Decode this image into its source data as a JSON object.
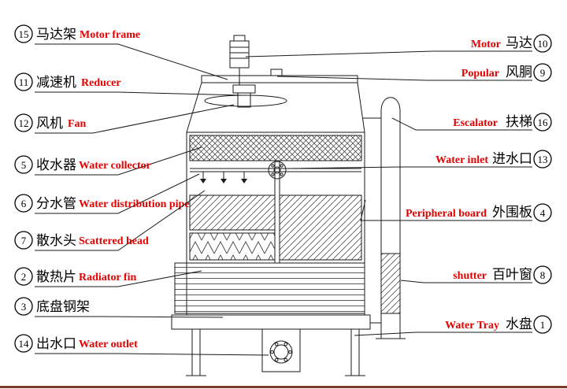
{
  "colors": {
    "en_text": "#e60000",
    "cn_text": "#000000",
    "line": "#1a1a1a",
    "bottom_bar": "#7e3b2a"
  },
  "left_labels": [
    {
      "num": "15",
      "cn": "马达架",
      "en": "Motor frame"
    },
    {
      "num": "11",
      "cn": "减速机",
      "en": "Reducer"
    },
    {
      "num": "12",
      "cn": "风机",
      "en": "Fan"
    },
    {
      "num": "5",
      "cn": "收水器",
      "en": "Water collector"
    },
    {
      "num": "6",
      "cn": "分水管",
      "en": "Water distribution pipe"
    },
    {
      "num": "7",
      "cn": "散水头",
      "en": "Scattered head"
    },
    {
      "num": "2",
      "cn": "散热片",
      "en": "Radiator fin"
    },
    {
      "num": "3",
      "cn": "底盘钢架",
      "en": ""
    },
    {
      "num": "14",
      "cn": "出水口",
      "en": "Water outlet"
    }
  ],
  "right_labels": [
    {
      "num": "10",
      "en": "Motor",
      "cn": "马达"
    },
    {
      "num": "9",
      "en": "Popular",
      "cn": "风胴"
    },
    {
      "num": "16",
      "en": "Escalator",
      "cn": "扶梯"
    },
    {
      "num": "13",
      "en": "Water inlet",
      "cn": "进水口"
    },
    {
      "num": "4",
      "en": "Peripheral board",
      "cn": "外围板"
    },
    {
      "num": "8",
      "en": "shutter",
      "cn": "百叶窗"
    },
    {
      "num": "1",
      "en": "Water Tray",
      "cn": "水盘"
    }
  ]
}
